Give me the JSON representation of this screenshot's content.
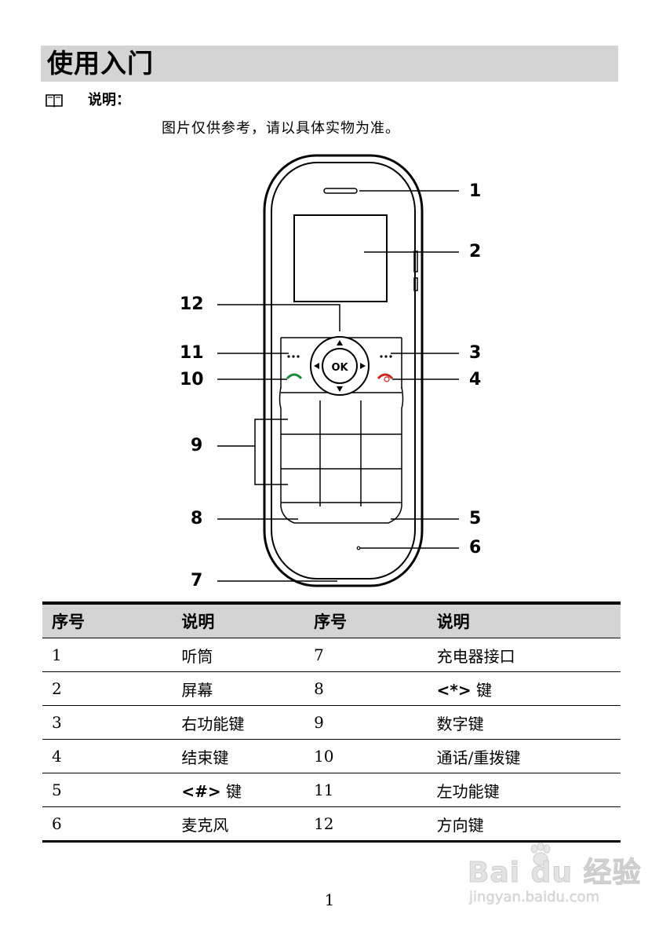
{
  "section": {
    "title": "使用入门"
  },
  "note": {
    "label": "说明：",
    "icon": "book-icon",
    "text": "图片仅供参考，请以具体实物为准。"
  },
  "figure": {
    "ok_label": "OK",
    "callouts": [
      "1",
      "2",
      "3",
      "4",
      "5",
      "6",
      "7",
      "8",
      "9",
      "10",
      "11",
      "12"
    ]
  },
  "table": {
    "headers": [
      "序号",
      "说明",
      "序号",
      "说明"
    ],
    "rows": [
      [
        "1",
        "听筒",
        "7",
        "充电器接口"
      ],
      [
        "2",
        "屏幕",
        "8",
        "<*> 键"
      ],
      [
        "3",
        "右功能键",
        "9",
        "数字键"
      ],
      [
        "4",
        "结束键",
        "10",
        "通话/重拨键"
      ],
      [
        "5",
        "<#> 键",
        "11",
        "左功能键"
      ],
      [
        "6",
        "麦克风",
        "12",
        "方向键"
      ]
    ]
  },
  "page_number": "1",
  "watermark": {
    "logo": "Bai du 经验",
    "url": "jingyan.baidu.com"
  }
}
